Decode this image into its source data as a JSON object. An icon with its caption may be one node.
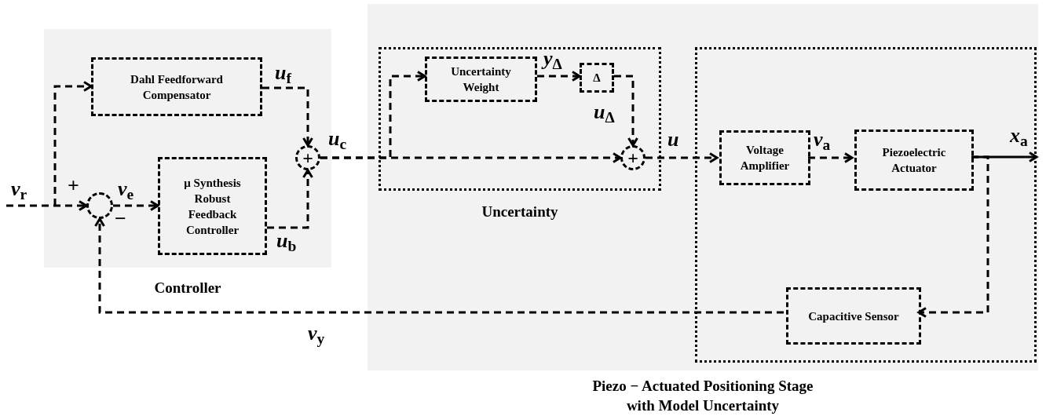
{
  "diagram": {
    "nodes": [
      {
        "text": [
          "Controller"
        ]
      },
      {
        "text": [
          "Piezo − Actuated Positioning Stage with Model Uncertainty"
        ]
      },
      {
        "text": [
          "Uncertainty"
        ],
        "in": 1
      },
      {
        "text": [],
        "shape": "box",
        "in": 1
      },
      {
        "text": [
          "Dahl Feedforward Compensator"
        ],
        "in": 0
      },
      {
        "text": [],
        "shape": "circle",
        "in": 0
      },
      {
        "text": [
          "μ Synthesis Robust Feedback Controller"
        ],
        "in": 0
      },
      {
        "text": [
          "+"
        ],
        "in": 0
      },
      {
        "text": [
          "Uncertainty Weight"
        ],
        "in": 2
      },
      {
        "text": [
          "Δ"
        ],
        "in": 2
      },
      {
        "text": [
          "+"
        ],
        "in": 2
      },
      {
        "text": [
          "Voltage Amplifier"
        ],
        "in": 3
      },
      {
        "text": [
          "Piezoelectric Actuator"
        ],
        "in": 3
      },
      {
        "text": [
          "Capacitive Sensor"
        ],
        "in": 3
      }
    ],
    "edges": [
      {
        "from": null,
        "to": 5,
        "arrow": "to",
        "label": "*v*$_{r}$",
        "style": "dashed"
      },
      {
        "from": null,
        "to": 4,
        "arrow": "to",
        "style": "dashed"
      },
      {
        "from": 5,
        "to": 6,
        "arrow": "to",
        "label": "*v*$_{e}$",
        "style": "dashed"
      },
      {
        "from": 4,
        "to": 7,
        "arrow": "to",
        "label": "*u*$_{f}$",
        "style": "dashed"
      },
      {
        "from": 6,
        "to": 7,
        "arrow": "to",
        "label": "*u*$_{b}$",
        "style": "dashed"
      },
      {
        "from": 7,
        "to": 8,
        "arrow": "to",
        "label": "*u*$_{c}$",
        "style": "dashed"
      },
      {
        "from": 7,
        "to": 10,
        "arrow": "to",
        "style": "dashed"
      },
      {
        "from": 8,
        "to": 9,
        "arrow": "to",
        "label": "*y*$_{Δ}$",
        "style": "dashed"
      },
      {
        "from": 9,
        "to": 10,
        "arrow": "to",
        "label": "*u*$_{Δ}$",
        "style": "dashed"
      },
      {
        "from": 10,
        "to": 11,
        "arrow": "to",
        "label": "*u*",
        "style": "dashed"
      },
      {
        "from": 11,
        "to": 12,
        "arrow": "to",
        "label": "*v*$_{a}$",
        "style": "dashed"
      },
      {
        "from": 12,
        "to": null,
        "arrow": "to",
        "label": "*x*$_{a}$"
      },
      {
        "from": 12,
        "to": 13,
        "arrow": "to",
        "style": "dashed"
      },
      {
        "from": 13,
        "to": 5,
        "arrow": "to",
        "label": "*v*$_{y}$",
        "style": "dashed"
      }
    ],
    "labels": [
      "+",
      "−"
    ]
  }
}
